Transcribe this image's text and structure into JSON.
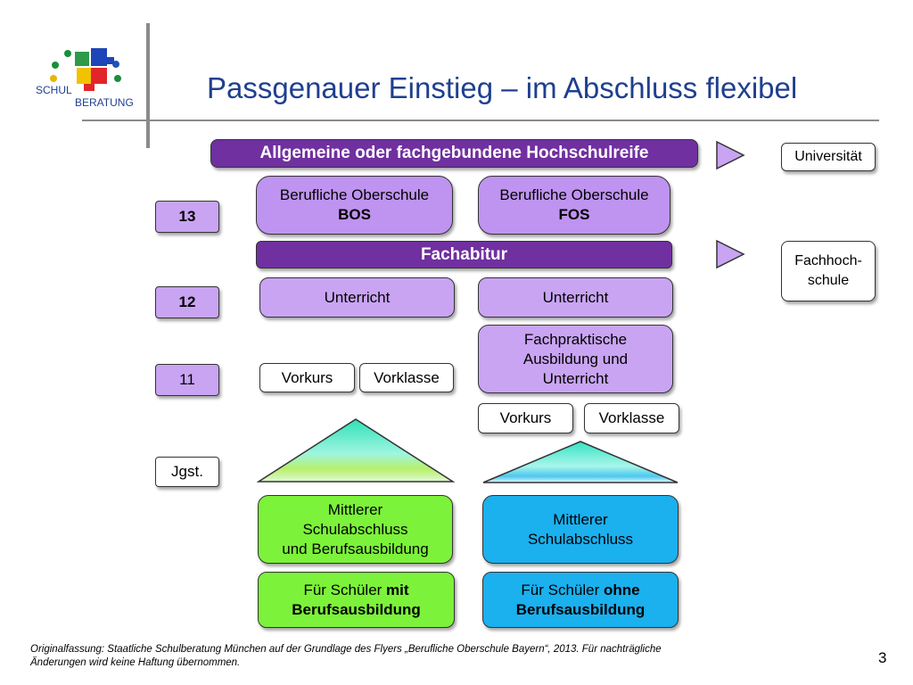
{
  "logo": {
    "text_top": "SCHUL",
    "text_bottom": "BERATUNG"
  },
  "title": "Passgenauer Einstieg – im Abschluss flexibel",
  "top_bar": "Allgemeine oder fachgebundene Hochschulreife",
  "fachabitur": "Fachabitur",
  "grades": {
    "g13": "13",
    "g12": "12",
    "g11": "11",
    "label": "Jgst."
  },
  "destinations": {
    "uni": "Universität",
    "fh_line1": "Fachhoch-",
    "fh_line2": "schule"
  },
  "bos": {
    "title_line1": "Berufliche Oberschule",
    "title_line2": "BOS",
    "unterricht": "Unterricht",
    "vorkurs": "Vorkurs",
    "vorklasse": "Vorklasse",
    "abschluss_line1": "Mittlerer",
    "abschluss_line2": "Schulabschluss",
    "abschluss_line3": "und Berufsausbildung",
    "target_pre": "Für Schüler ",
    "target_bold": "mit",
    "target_line2": "Berufsausbildung"
  },
  "fos": {
    "title_line1": "Berufliche Oberschule",
    "title_line2": "FOS",
    "unterricht": "Unterricht",
    "praxis_line1": "Fachpraktische",
    "praxis_line2": "Ausbildung und",
    "praxis_line3": "Unterricht",
    "vorkurs": "Vorkurs",
    "vorklasse": "Vorklasse",
    "abschluss_line1": "Mittlerer",
    "abschluss_line2": "Schulabschluss",
    "target_pre": "Für Schüler ",
    "target_bold": "ohne",
    "target_line2": "Berufsausbildung"
  },
  "footnote_line1": "Originalfassung: Staatliche Schulberatung München auf der Grundlage des Flyers „Berufliche Oberschule Bayern“, 2013. Für nachträgliche",
  "footnote_line2": "Änderungen wird keine Haftung übernommen.",
  "page_number": "3",
  "colors": {
    "title": "#1f3f8f",
    "lavender": "#c9a4f2",
    "purple": "#7030a0",
    "green": "#7cf23a",
    "blue": "#1bb0ee",
    "arrow": "#c9a4f2"
  }
}
